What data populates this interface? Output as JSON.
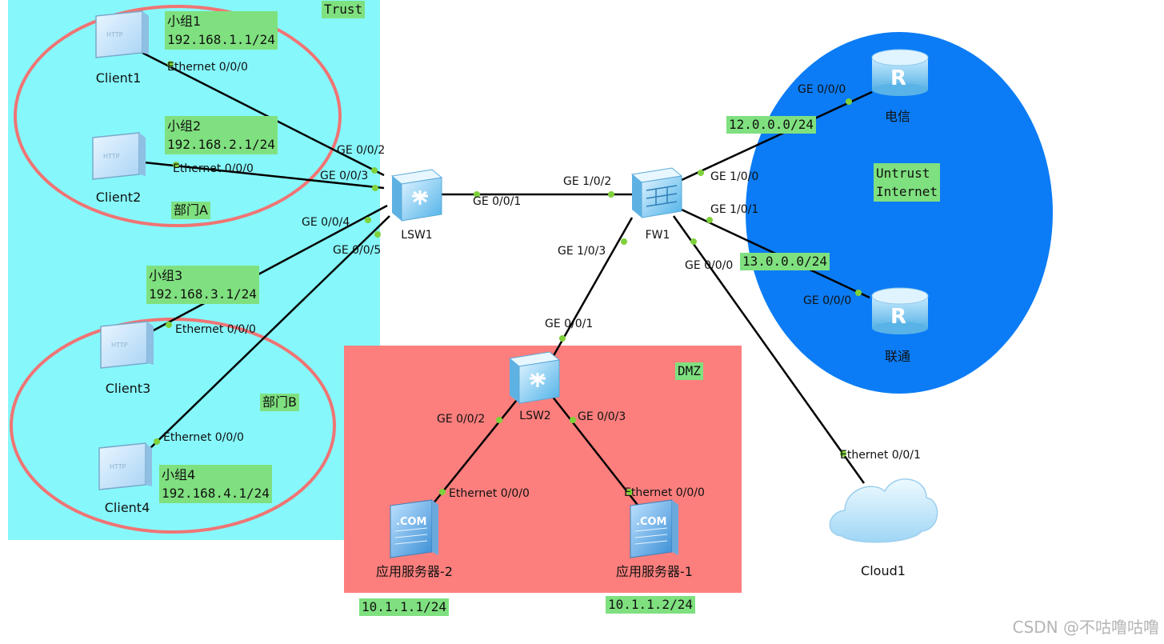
{
  "zones": {
    "trust": {
      "label": "Trust",
      "color": "#86f8fb"
    },
    "dmz": {
      "label": "DMZ",
      "color": "#fc7f7d"
    },
    "untrust": {
      "label_line1": "Untrust",
      "label_line2": "Internet",
      "color": "#0b7cf5"
    }
  },
  "groups": {
    "group1": {
      "name": "小组1",
      "subnet": "192.168.1.1/24"
    },
    "group2": {
      "name": "小组2",
      "subnet": "192.168.2.1/24"
    },
    "group3": {
      "name": "小组3",
      "subnet": "192.168.3.1/24"
    },
    "group4": {
      "name": "小组4",
      "subnet": "192.168.4.1/24"
    }
  },
  "departments": {
    "a": "部门A",
    "b": "部门B"
  },
  "devices": {
    "client1": "Client1",
    "client2": "Client2",
    "client3": "Client3",
    "client4": "Client4",
    "lsw1": "LSW1",
    "lsw2": "LSW2",
    "fw1": "FW1",
    "telecom": "电信",
    "unicom": "联通",
    "server2": "应用服务器-2",
    "server1": "应用服务器-1",
    "cloud1": "Cloud1"
  },
  "subnets": {
    "telecom": "12.0.0.0/24",
    "unicom": "13.0.0.0/24",
    "server2": "10.1.1.1/24",
    "server1": "10.1.1.2/24"
  },
  "ports": {
    "client1_eth": "Ethernet 0/0/0",
    "client2_eth": "Ethernet 0/0/0",
    "client3_eth": "Ethernet 0/0/0",
    "client4_eth": "Ethernet 0/0/0",
    "lsw1_g2": "GE 0/0/2",
    "lsw1_g3": "GE 0/0/3",
    "lsw1_g4": "GE 0/0/4",
    "lsw1_g5": "GE 0/0/5",
    "lsw1_g1": "GE 0/0/1",
    "fw1_g102": "GE 1/0/2",
    "fw1_g100": "GE 1/0/0",
    "fw1_g101": "GE 1/0/1",
    "fw1_g103": "GE 1/0/3",
    "fw1_g000": "GE 0/0/0",
    "telecom_g": "GE 0/0/0",
    "unicom_g": "GE 0/0/0",
    "lsw2_g1": "GE 0/0/1",
    "lsw2_g2": "GE 0/0/2",
    "lsw2_g3": "GE 0/0/3",
    "server2_eth": "Ethernet 0/0/0",
    "server1_eth": "Ethernet 0/0/0",
    "cloud_eth": "Ethernet 0/0/1"
  },
  "colors": {
    "label_bg": "#7fe07f",
    "link": "#000000",
    "port_dot": "#7fd13b",
    "department_ring": "#f07474"
  },
  "watermark": "CSDN @不咕噜咕噜"
}
